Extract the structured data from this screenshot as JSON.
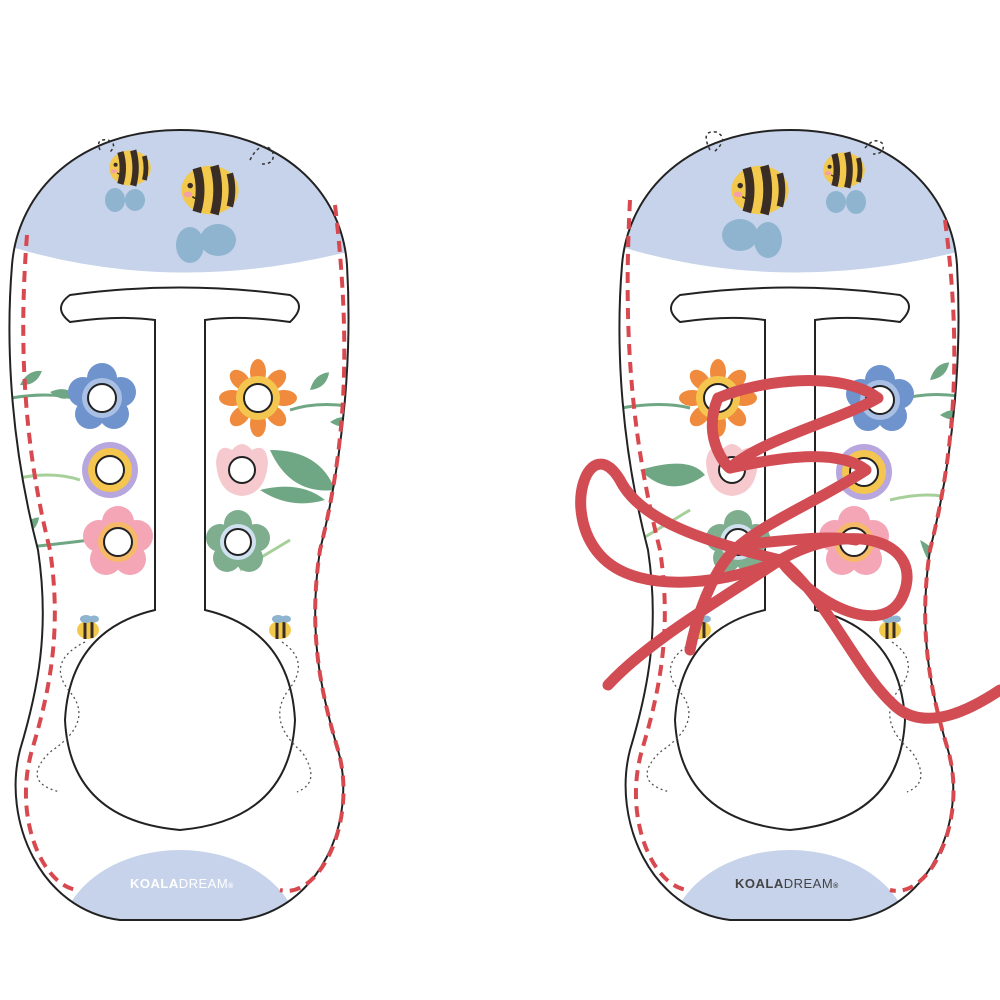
{
  "brand": {
    "name_bold": "KOALA",
    "name_light": "DREAM",
    "mark": "®"
  },
  "colors": {
    "sole_cap": "#c6d3ea",
    "stitch": "#d8494f",
    "lace": "#d24c54",
    "outline": "#222222",
    "bee_yellow": "#f2c94c",
    "bee_stripe": "#3a2d25",
    "wing": "#8fb4cf",
    "leaf": "#6fa784",
    "flower_orange": "#f08a3c",
    "flower_blue": "#6f93cd",
    "flower_purple": "#b7a7de",
    "flower_pink": "#f4a5b6",
    "flower_green": "#7fae8f"
  },
  "left_shoe": {
    "laced": false,
    "eyelets": 6
  },
  "right_shoe": {
    "laced": true,
    "eyelets": 6
  }
}
